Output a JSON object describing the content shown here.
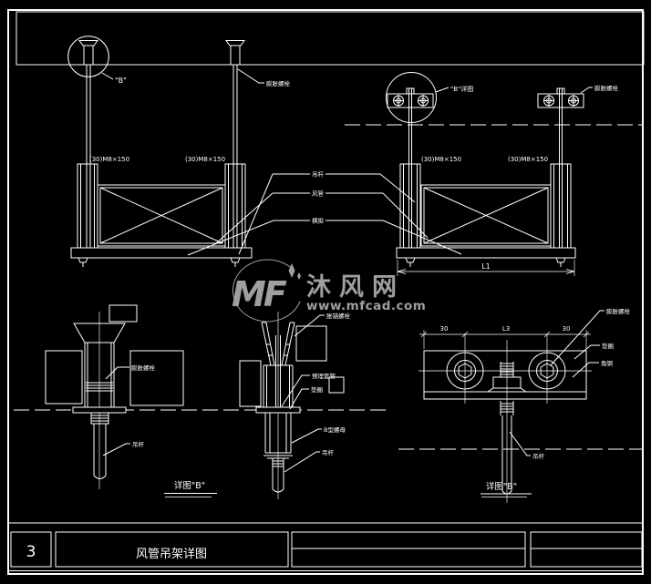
{
  "frame": {
    "number": "3",
    "drawing_title": "风管吊架详图"
  },
  "watermark": {
    "logo_text": "MF",
    "site_name": "沐风网",
    "site_url": "www.mfcad.com"
  },
  "views": {
    "left_elev": {
      "detail_ref": "\"B\"",
      "anchor_label": "膨胀螺栓",
      "spec_left": "(30)M8×150",
      "spec_right": "(30)M8×150"
    },
    "right_elev": {
      "detail_ref": "\"B\"详图",
      "anchor_label": "膨胀螺栓",
      "spec_left": "(30)M8×150",
      "spec_right": "(30)M8×150",
      "dim_width": "L1"
    },
    "shared_callouts": {
      "rod": "吊杆",
      "duct": "风管",
      "bearer": "横担"
    },
    "detail_b_left": {
      "anchor": "膨胀螺栓",
      "rod": "吊杆",
      "caption": "详图\"B\""
    },
    "detail_b_mid": {
      "anchor": "胀锚螺栓",
      "sleeve": "预埋套管",
      "washer": "垫圈",
      "nut": "B型螺母",
      "rod": "吊杆"
    },
    "detail_b_right": {
      "bolt": "膨胀螺栓",
      "washer": "垫圈",
      "angle": "角钢",
      "rod": "吊杆",
      "caption": "详图\"B\"",
      "dim_a": "30",
      "dim_b": "L3",
      "dim_c": "30"
    }
  },
  "colors": {
    "background": "#000000",
    "line": "#ffffff",
    "watermark": "#9f9f9f"
  }
}
